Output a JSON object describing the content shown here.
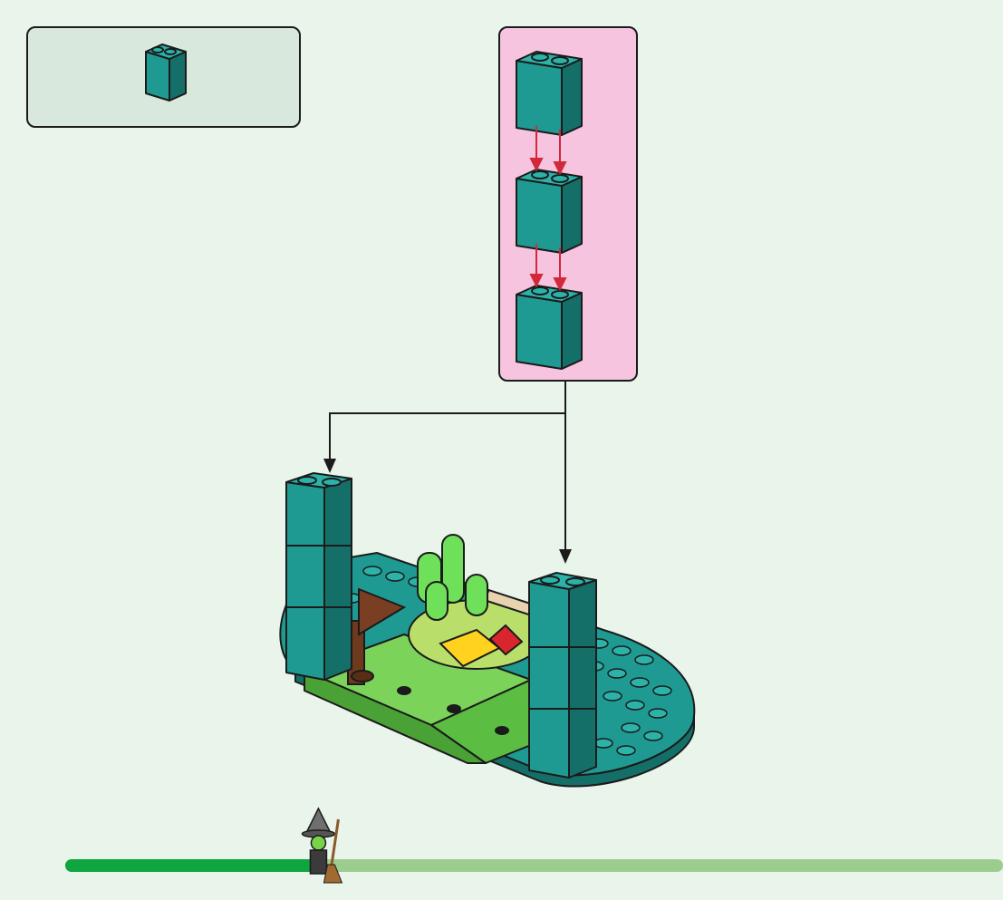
{
  "parts_list": {
    "items": [
      {
        "part": "1x2x2 brick",
        "color": "#1f9a92",
        "quantity_label": ""
      }
    ]
  },
  "submodel": {
    "background": "#f6c4de",
    "brick_color": "#1f9a92",
    "arrow_color": "#d2283a",
    "brick_count": 3
  },
  "progress": {
    "fraction": 0.27,
    "fill_color": "#10a63f",
    "track_color": "#9dcd8e"
  },
  "page_number": ""
}
